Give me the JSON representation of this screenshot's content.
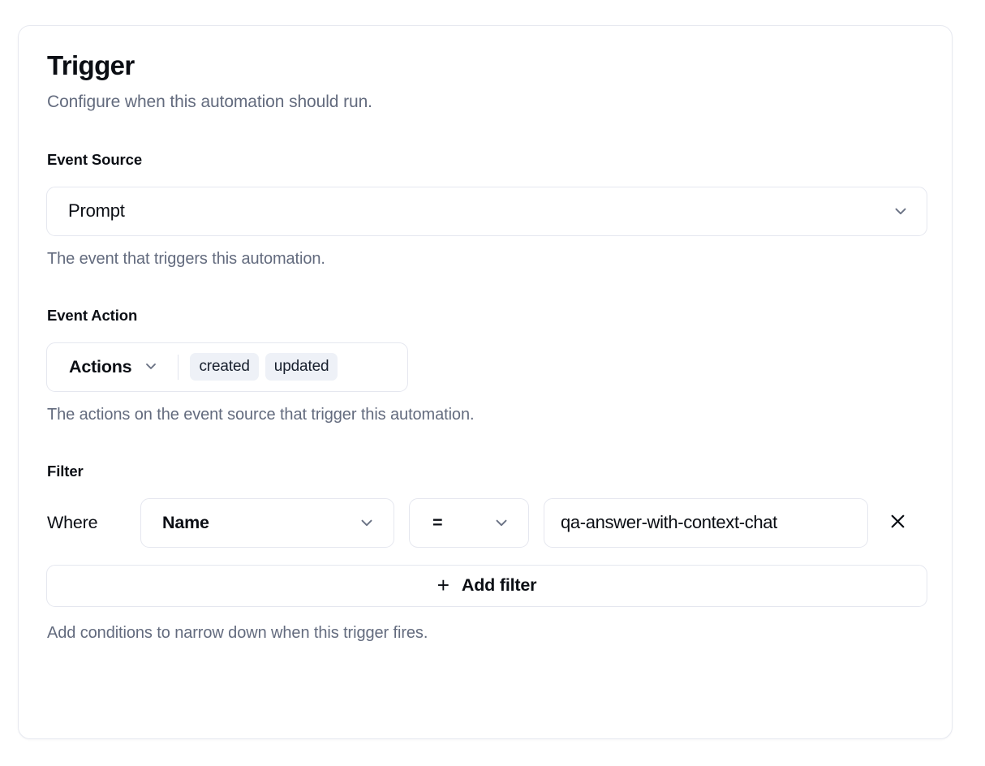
{
  "card": {
    "title": "Trigger",
    "subtitle": "Configure when this automation should run."
  },
  "event_source": {
    "label": "Event Source",
    "selected": "Prompt",
    "helper": "The event that triggers this automation.",
    "chevron_icon": "chevron-down-icon"
  },
  "event_action": {
    "label": "Event Action",
    "trigger_label": "Actions",
    "chips": [
      "created",
      "updated"
    ],
    "helper": "The actions on the event source that trigger this automation.",
    "chevron_icon": "chevron-down-icon"
  },
  "filter": {
    "label": "Filter",
    "where_label": "Where",
    "field_value": "Name",
    "operator_value": "=",
    "value_text": "qa-answer-with-context-chat",
    "remove_icon": "close-icon",
    "add_filter_label": "Add filter",
    "add_filter_plus_icon": "plus-icon",
    "helper": "Add conditions to narrow down when this trigger fires."
  },
  "colors": {
    "text_primary": "#0b0e14",
    "text_muted": "#636b7e",
    "border": "#e5e7ef",
    "chip_bg": "#eef1f7",
    "chevron": "#6b7385",
    "surface": "#ffffff"
  }
}
